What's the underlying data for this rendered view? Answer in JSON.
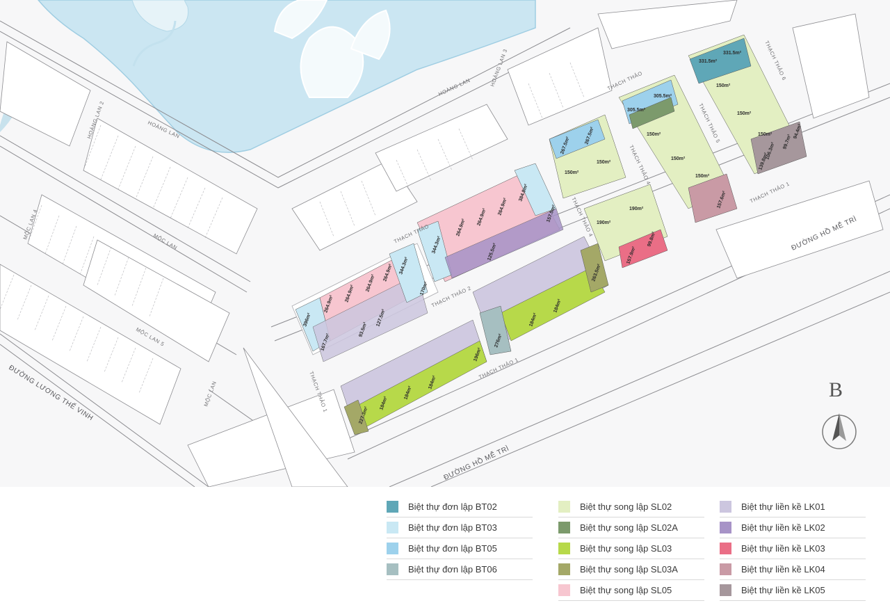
{
  "map": {
    "north_letter": "B",
    "road_labels": [
      {
        "id": "hoang-lan-a",
        "text": "HOÀNG LAN"
      },
      {
        "id": "hoang-lan-b",
        "text": "HOÀNG LAN"
      },
      {
        "id": "hoang-lan-2",
        "text": "HOÀNG LAN 2"
      },
      {
        "id": "hoang-lan-3",
        "text": "HOÀNG LAN 3"
      },
      {
        "id": "moc-lan",
        "text": "MỘC LAN"
      },
      {
        "id": "moc-lan-4",
        "text": "MỘC LAN 4"
      },
      {
        "id": "moc-lan-5",
        "text": "MỘC LAN 5"
      },
      {
        "id": "moc-lan-v",
        "text": "MỘC LAN"
      },
      {
        "id": "luong-the-vinh",
        "text": "ĐƯỜNG LƯƠNG THẾ VINH"
      },
      {
        "id": "ho-me-tri-a",
        "text": "ĐƯỜNG HỒ MỄ TRÌ"
      },
      {
        "id": "ho-me-tri-b",
        "text": "ĐƯỜNG HỒ MỄ TRÌ"
      },
      {
        "id": "thach-thao",
        "text": "THẠCH THẢO"
      },
      {
        "id": "thach-thao-top",
        "text": "THẠCH THẢO"
      },
      {
        "id": "thach-thao-1",
        "text": "THẠCH THẢO 1"
      },
      {
        "id": "thach-thao-1v",
        "text": "THẠCH THẢO 1"
      },
      {
        "id": "thach-thao-1r",
        "text": "THẠCH THẢO 1"
      },
      {
        "id": "thach-thao-2",
        "text": "THẠCH THẢO 2"
      },
      {
        "id": "thach-thao-4a",
        "text": "THẠCH THẢO 4"
      },
      {
        "id": "thach-thao-4b",
        "text": "THẠCH THẢO 4"
      },
      {
        "id": "thach-thao-5",
        "text": "THẠCH THẢO 5"
      },
      {
        "id": "thach-thao-6",
        "text": "THẠCH THẢO 6"
      }
    ],
    "plot_labels": [
      "396m²",
      "264.9m²",
      "127.5m²",
      "93.5m²",
      "167.7m²",
      "344.3m²",
      "170m²",
      "384.8m²",
      "157.5m²",
      "125.5m²",
      "227.3m²",
      "184m²",
      "196m²",
      "276m²",
      "263.5m²",
      "267.5m²",
      "305.5m²",
      "331.5m²",
      "150m²",
      "190m²",
      "139.8m²",
      "106.3m²",
      "99.7m²",
      "94.4m²",
      "99.8m²",
      "157.6m²",
      "157.9m²"
    ]
  },
  "legend": {
    "columns": [
      [
        {
          "label": "Biệt thự đơn lập BT02",
          "color": "#5fa7b7"
        },
        {
          "label": "Biệt thự đơn lập BT03",
          "color": "#c9e8f4"
        },
        {
          "label": "Biệt thự đơn lập BT05",
          "color": "#9dd1ec"
        },
        {
          "label": "Biệt thự đơn lập BT06",
          "color": "#a6bfc1"
        }
      ],
      [
        {
          "label": "Biệt thự song lập SL02",
          "color": "#e3efc2"
        },
        {
          "label": "Biệt thự song lập SL02A",
          "color": "#7c9a6c"
        },
        {
          "label": "Biệt thự song lập SL03",
          "color": "#b7d94a"
        },
        {
          "label": "Biệt thự song lập SL03A",
          "color": "#a4a867"
        },
        {
          "label": "Biệt thự song lập SL05",
          "color": "#f7c6d0"
        }
      ],
      [
        {
          "label": "Biệt thự liền kề LK01",
          "color": "#ccc6df"
        },
        {
          "label": "Biệt thự liền kề LK02",
          "color": "#a793c7"
        },
        {
          "label": "Biệt thự liền kề LK03",
          "color": "#ea6e86"
        },
        {
          "label": "Biệt thự liền kề LK04",
          "color": "#c99aa5"
        },
        {
          "label": "Biệt thự liền kề LK05",
          "color": "#a6979c"
        }
      ]
    ]
  }
}
